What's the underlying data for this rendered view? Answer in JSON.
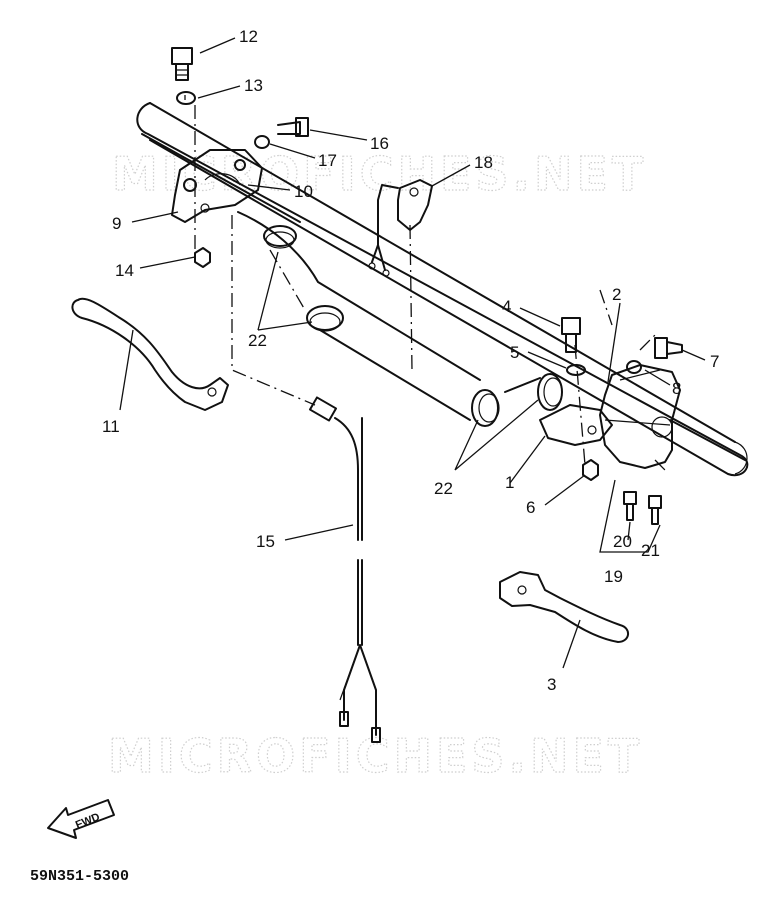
{
  "watermark": "MICROFICHES.NET",
  "fwd_label": "FWD",
  "diagram_code": "59N351-5300",
  "callouts": [
    "12",
    "13",
    "16",
    "17",
    "18",
    "10",
    "9",
    "14",
    "22",
    "11",
    "4",
    "2",
    "5",
    "7",
    "8",
    "15",
    "1",
    "22",
    "6",
    "20",
    "21",
    "19",
    "3"
  ],
  "parts": [
    "handlebar",
    "clutch-holder",
    "lever-left",
    "lever-right",
    "switch-assembly",
    "bracket",
    "cable-wire",
    "clamp-band",
    "clamp-band",
    "clamp-band",
    "clamp-band",
    "bolt",
    "washer",
    "nut",
    "bolt",
    "screw",
    "washer",
    "wire-lead",
    "bolt",
    "washer",
    "nut",
    "screw",
    "screw",
    "bolt",
    "washer",
    "screw"
  ]
}
